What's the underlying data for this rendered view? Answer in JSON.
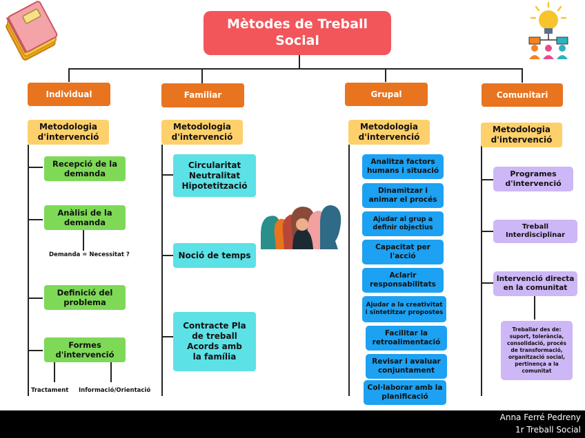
{
  "title": "Mètodes de Treball Social",
  "categories": {
    "individual": "Individual",
    "familiar": "Familiar",
    "grupal": "Grupal",
    "comunitari": "Comunitari"
  },
  "methodology_label": "Metodologia d'intervenció",
  "individual": {
    "items": [
      "Recepció de la demanda",
      "Anàlisi de la demanda",
      "Definició del problema",
      "Formes d'intervenció"
    ],
    "demand_note": "Demanda = Necessitat ?",
    "forms": [
      "Tractament",
      "Informació/Orientació"
    ]
  },
  "familiar": {
    "items": [
      "Circularitat Neutralitat Hipotetització",
      "Noció de temps",
      "Contracte Pla de treball Acords amb la família"
    ]
  },
  "grupal": {
    "items": [
      "Analitza factors humans i situació",
      "Dinamitzar i animar el procés",
      "Ajudar al grup a definir objectius",
      "Capacitat per l'acció",
      "Aclarir responsabilitats",
      "Ajudar a la creativitat i sintetitzar propostes",
      "Facilitar la retroalimentació",
      "Revisar i avaluar conjuntament",
      "Col·laborar amb la planificació"
    ]
  },
  "comunitari": {
    "items": [
      "Programes d'intervenció",
      "Treball Interdisciplinar",
      "Intervenció directa en la comunitat"
    ],
    "detail": "Treballar des de: suport, tolerància, consolidació, procés de transformació, organització social, pertinença a la comunitat"
  },
  "footer": {
    "author": "Anna Ferré Pedreny",
    "course": "1r Treball Social"
  },
  "icons": [
    "notebooks-icon",
    "lightbulb-team-icon",
    "people-silhouettes-icon"
  ],
  "colors": {
    "title": "#f2555a",
    "category": "#e8741f",
    "methodology": "#fdd06b",
    "individual_items": "#7ed957",
    "familiar_items": "#5ce1e6",
    "grupal_items": "#1da1f2",
    "comunitari_items": "#cdb7f6"
  }
}
